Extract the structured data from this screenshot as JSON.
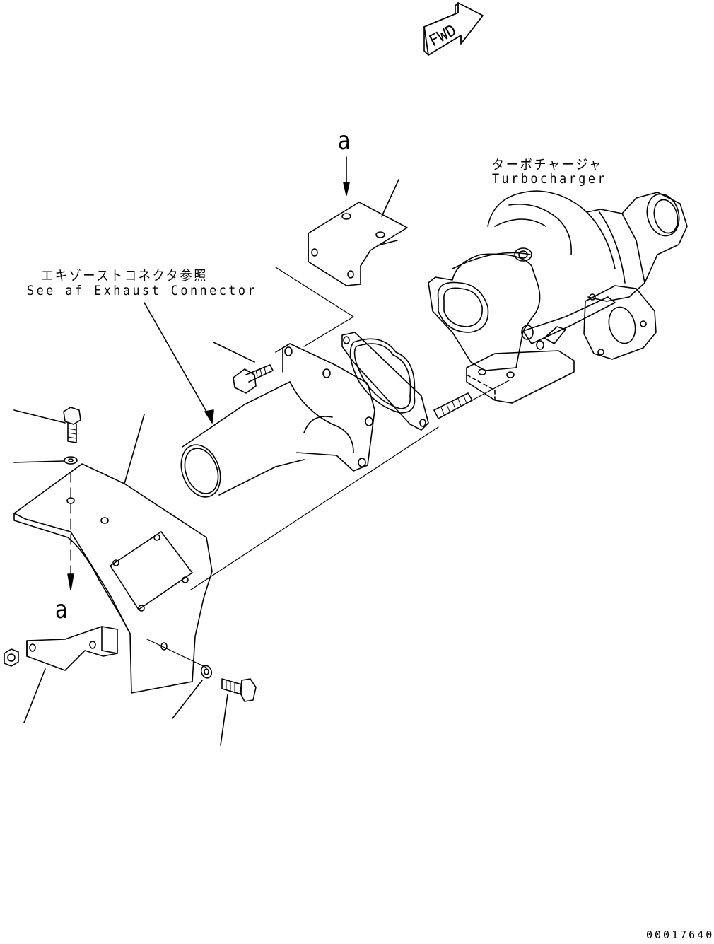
{
  "fwd_arrow": {
    "text": "FWD"
  },
  "turbocharger_label": {
    "ja": "ターボチャージャ",
    "en": "Turbocharger"
  },
  "exhaust_connector_label": {
    "ja": "エキゾーストコネクタ参照",
    "en": "See af Exhaust Connector"
  },
  "markers": {
    "top": "a",
    "bottom": "a"
  },
  "drawing_number": "00017640"
}
